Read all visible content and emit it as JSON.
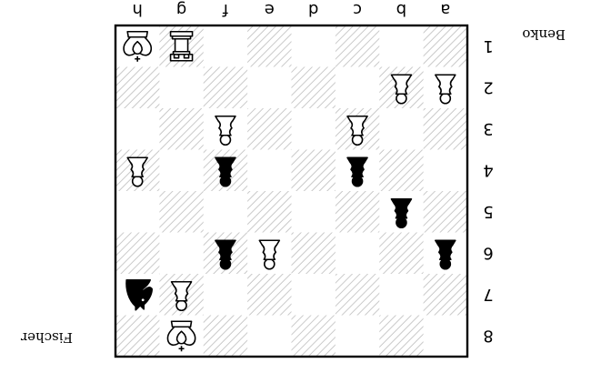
{
  "players": {
    "top": "Benko",
    "bottom": "Fischer"
  },
  "files": [
    "a",
    "b",
    "c",
    "d",
    "e",
    "f",
    "g",
    "h"
  ],
  "ranks": [
    "8",
    "7",
    "6",
    "5",
    "4",
    "3",
    "2",
    "1"
  ],
  "pieces": [
    {
      "square": "g8",
      "color": "white",
      "type": "king"
    },
    {
      "square": "g7",
      "color": "white",
      "type": "pawn"
    },
    {
      "square": "h7",
      "color": "black",
      "type": "knight"
    },
    {
      "square": "a6",
      "color": "black",
      "type": "pawn"
    },
    {
      "square": "e6",
      "color": "white",
      "type": "pawn"
    },
    {
      "square": "f6",
      "color": "black",
      "type": "pawn"
    },
    {
      "square": "b5",
      "color": "black",
      "type": "pawn"
    },
    {
      "square": "c4",
      "color": "black",
      "type": "pawn"
    },
    {
      "square": "f4",
      "color": "black",
      "type": "pawn"
    },
    {
      "square": "h4",
      "color": "white",
      "type": "pawn"
    },
    {
      "square": "c3",
      "color": "white",
      "type": "pawn"
    },
    {
      "square": "f3",
      "color": "white",
      "type": "pawn"
    },
    {
      "square": "a2",
      "color": "white",
      "type": "pawn"
    },
    {
      "square": "b2",
      "color": "white",
      "type": "pawn"
    },
    {
      "square": "g1",
      "color": "white",
      "type": "rook"
    },
    {
      "square": "h1",
      "color": "white",
      "type": "king"
    }
  ]
}
